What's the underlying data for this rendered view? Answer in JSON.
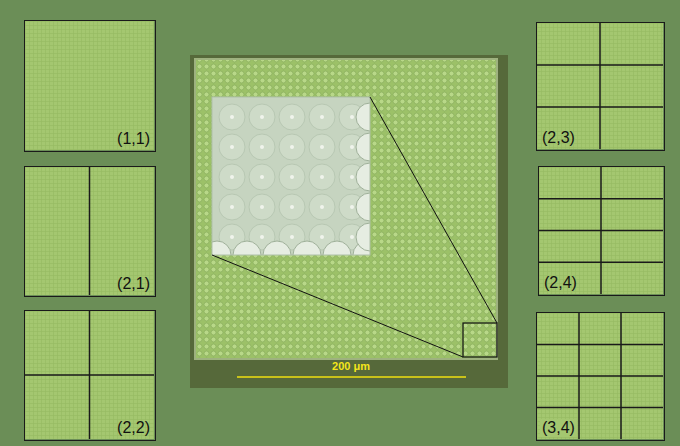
{
  "diagram": {
    "nodes": [
      {
        "text": [
          "(1,1)"
        ]
      },
      {
        "text": [
          "(2,3)"
        ]
      },
      {
        "text": [
          "(2,1)"
        ]
      },
      {
        "text": [
          "(2,4)"
        ]
      },
      {
        "text": [
          "(2,2)"
        ]
      },
      {
        "text": [
          "(3,4)"
        ]
      }
    ],
    "labels": [
      "200 μm"
    ]
  }
}
